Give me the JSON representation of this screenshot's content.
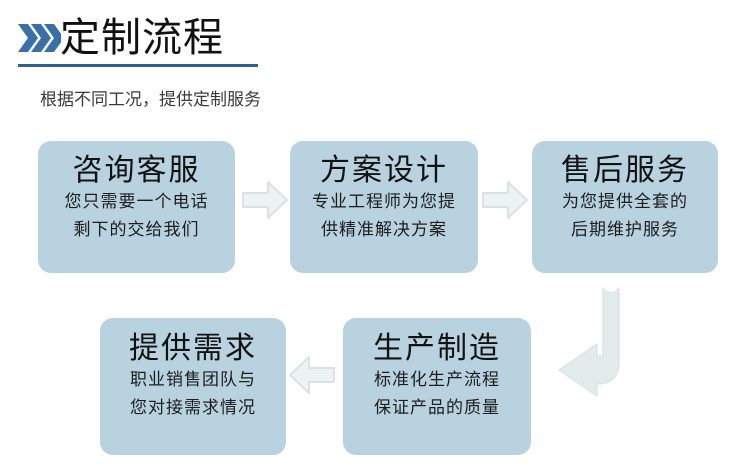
{
  "header": {
    "icon": "triple-chevron-icon",
    "title": "定制流程",
    "subtitle": "根据不同工况，提供定制服务",
    "accent_color": "#2f5f97",
    "chevron_color": "#3a6fa8"
  },
  "theme": {
    "box_fill": "#b8d2e0",
    "arrow_fill": "#e4ecec",
    "arrow_stroke": "#d5e0e0",
    "title_color": "#111111",
    "body_color": "#1d1d1d",
    "background": "#ffffff"
  },
  "flow": {
    "steps": [
      {
        "id": "consult",
        "title": "咨询客服",
        "lines": [
          "您只需要一个电话",
          "剩下的交给我们"
        ],
        "row": 1,
        "order": 1
      },
      {
        "id": "design",
        "title": "方案设计",
        "lines": [
          "专业工程师为您提",
          "供精准解决方案"
        ],
        "row": 1,
        "order": 2
      },
      {
        "id": "service",
        "title": "售后服务",
        "lines": [
          "为您提供全套的",
          "后期维护服务"
        ],
        "row": 1,
        "order": 5
      },
      {
        "id": "demand",
        "title": "提供需求",
        "lines": [
          "职业销售团队与",
          "您对接需求情况"
        ],
        "row": 2,
        "order": 3
      },
      {
        "id": "produce",
        "title": "生产制造",
        "lines": [
          "标准化生产流程",
          "保证产品的质量"
        ],
        "row": 2,
        "order": 4
      }
    ],
    "connectors": [
      {
        "id": "arrow-1",
        "direction": "right",
        "from": "consult",
        "to": "design"
      },
      {
        "id": "arrow-2",
        "direction": "right",
        "from": "design",
        "to": "demand"
      },
      {
        "id": "arrow-elbow",
        "direction": "down-left",
        "from": "demand",
        "to": "produce"
      },
      {
        "id": "arrow-3",
        "direction": "left",
        "from": "produce",
        "to": "service"
      }
    ]
  }
}
